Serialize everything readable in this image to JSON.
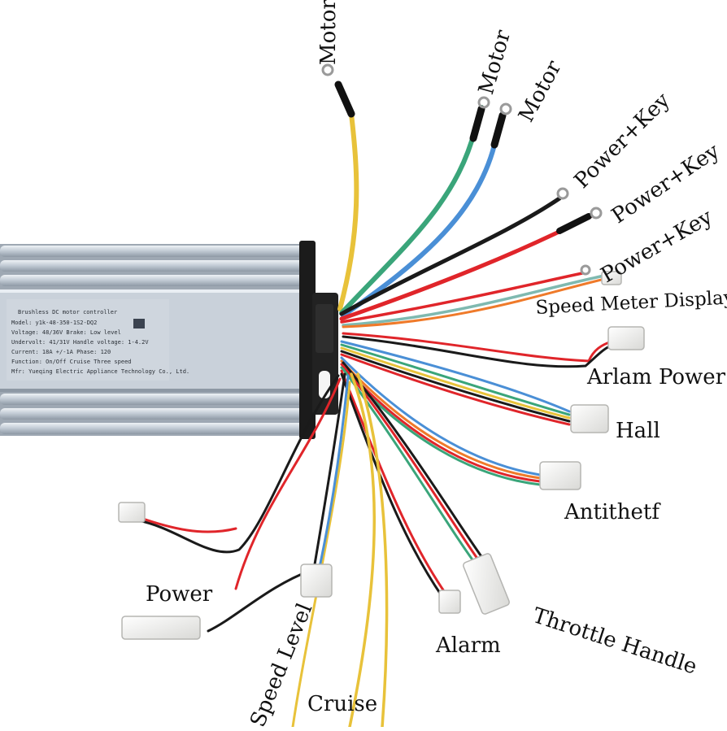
{
  "labels": {
    "motor_1": "Motor",
    "motor_2": "Motor",
    "motor_3": "Motor",
    "power_key_1": "Power+Key",
    "power_key_2": "Power+Key",
    "power_key_3": "Power+Key",
    "speed_meter_display": "Speed Meter Display",
    "arlam_power": "Arlam Power",
    "hall": "Hall",
    "antithetf": "Antithetf",
    "throttle_handle": "Throttle Handle",
    "alarm": "Alarm",
    "cruise": "Cruise",
    "speed_level": "Speed Level",
    "power": "Power"
  },
  "nameplate": {
    "line1": "Brushless DC motor controller",
    "line2": "Model: y1k-48-350-1S2-DQ2",
    "line3": "Voltage: 48/36V    Brake: Low level",
    "line4": "Undervolt: 41/31V   Handle voltage: 1-4.2V",
    "line5": "Current: 18A +/-1A   Phase: 120",
    "line6": "Function: On/Off Cruise  Three speed",
    "line7": "Mfr: Yueqing Electric Appliance Technology Co., Ltd."
  },
  "colors": {
    "background": "#ffffff",
    "housing": "#b7c1cc",
    "end_cap": "#1b1b1b",
    "wire_yellow": "#e8c23a",
    "wire_green": "#3aa57a",
    "wire_blue": "#4a8fd6",
    "wire_red": "#e0252a",
    "wire_black": "#1a1a1a",
    "wire_orange": "#ef7a2a",
    "connector": "#f4f4f2"
  }
}
